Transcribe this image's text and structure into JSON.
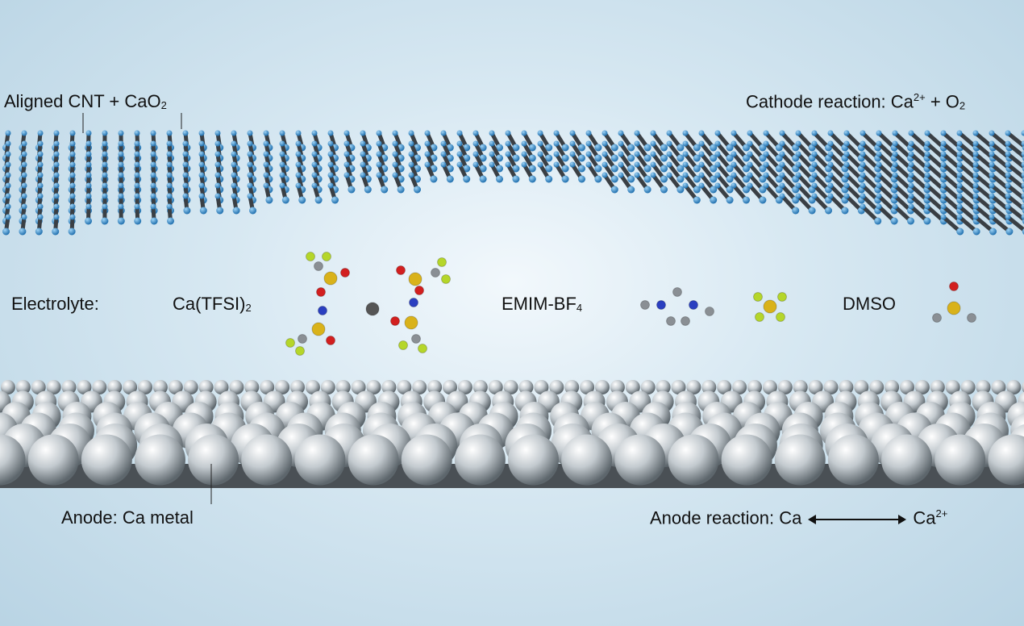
{
  "labels": {
    "cnt": "Aligned CNT + CaO",
    "cnt_sub": "2",
    "cathode_prefix": "Cathode reaction:  Ca",
    "cathode_sup": "2+",
    "cathode_mid": " + O",
    "cathode_sub": "2",
    "electrolyte": "Electrolyte:",
    "salt": "Ca(TFSI)",
    "salt_sub": "2",
    "ionic_liquid": "EMIM-BF",
    "ionic_liquid_sub": "4",
    "solvent": "DMSO",
    "anode": "Anode:  Ca metal",
    "anode_reaction_prefix": "Anode reaction:  Ca",
    "anode_reaction_product": "Ca",
    "anode_reaction_sup": "2+"
  },
  "colors": {
    "cnt_cap": "#3d9ad8",
    "cnt_body": "#3a3f44",
    "sphere": "#c9cfd3",
    "plate": "#4a5055",
    "S": "#d9b21a",
    "O": "#d21f1f",
    "F": "#b5d62a",
    "N": "#2a3fc0",
    "C": "#8a8f94",
    "Ca": "#555"
  }
}
